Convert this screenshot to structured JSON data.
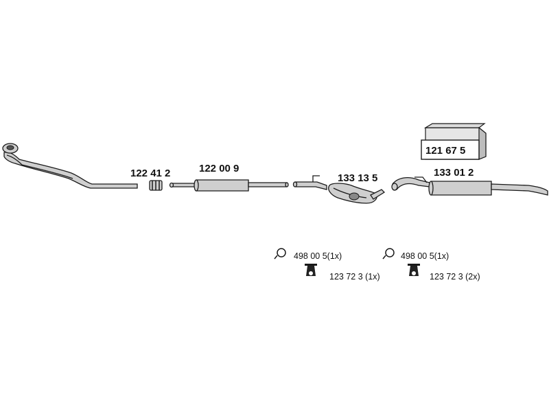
{
  "parts": {
    "p1": "122 41 2",
    "p2": "122 00 9",
    "p3": "133 13 5",
    "p4": "133 01 2",
    "box": "121 67 5"
  },
  "accessories": {
    "left": {
      "ring": "498 00 5(1x)",
      "hanger": "123 72 3  (1x)"
    },
    "right": {
      "ring": "498 00 5(1x)",
      "hanger": "123 72 3  (2x)"
    }
  }
}
